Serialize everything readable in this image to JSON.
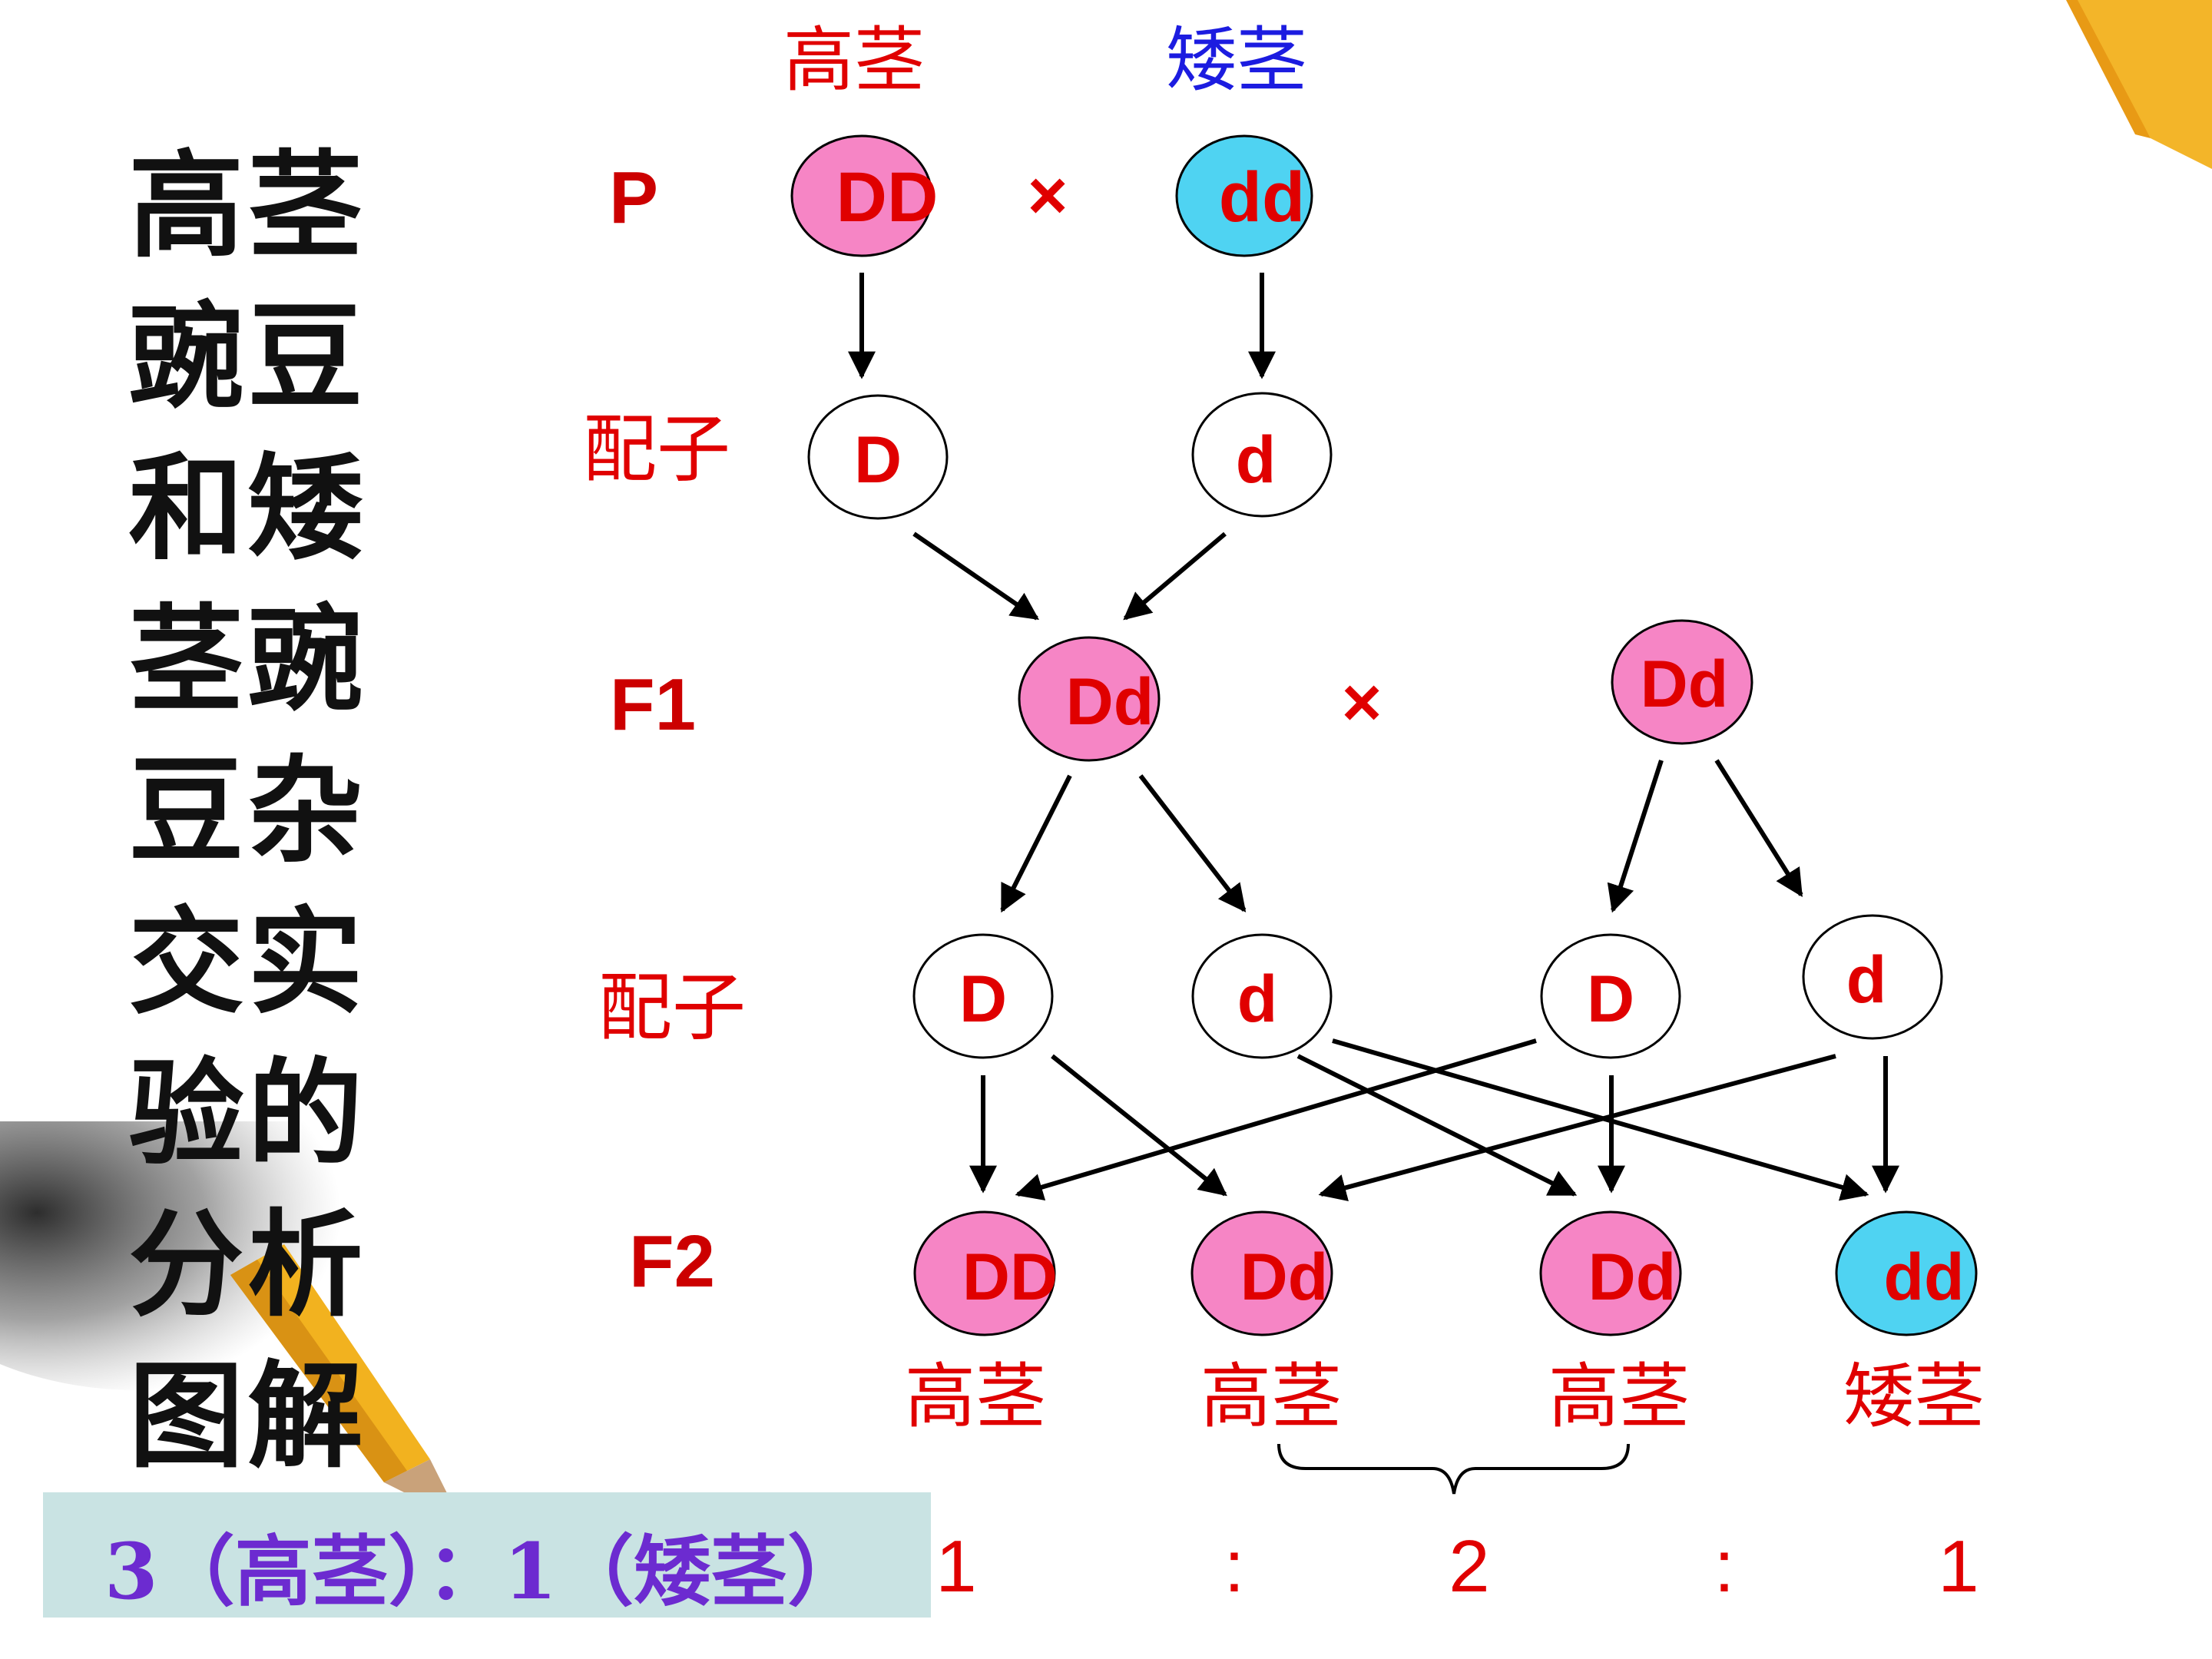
{
  "title_chars": [
    "高",
    "茎",
    "豌",
    "豆",
    "和",
    "矮",
    "茎",
    "豌",
    "豆",
    "杂",
    "交",
    "实",
    "验",
    "的",
    "分",
    "析",
    "图",
    "解"
  ],
  "parents": {
    "tall_label": "高茎",
    "short_label": "矮茎",
    "tall_genotype": "DD",
    "short_genotype": "dd",
    "cross_symbol": "×"
  },
  "row_labels": {
    "p": "P",
    "gamete_1": "配子",
    "f1": "F1",
    "gamete_2": "配子",
    "f2": "F2"
  },
  "gametes_p": [
    "D",
    "d"
  ],
  "f1": {
    "left_genotype": "Dd",
    "right_genotype": "Dd",
    "cross_symbol": "×"
  },
  "gametes_f1": [
    "D",
    "d",
    "D",
    "d"
  ],
  "f2": {
    "genotypes": [
      "DD",
      "Dd",
      "Dd",
      "dd"
    ],
    "phenotypes": [
      "高茎",
      "高茎",
      "高茎",
      "矮茎"
    ]
  },
  "genotype_ratio": [
    "1",
    ":",
    "2",
    ":",
    "1"
  ],
  "phenotype_ratio": "3（高茎）：1（矮茎）",
  "colors": {
    "dominant_fill": "#f685c5",
    "recessive_fill": "#4fd3f2",
    "label_red": "#e00000",
    "ratio_purple": "#6c2bd0",
    "short_label_blue": "#1c1ce0"
  }
}
